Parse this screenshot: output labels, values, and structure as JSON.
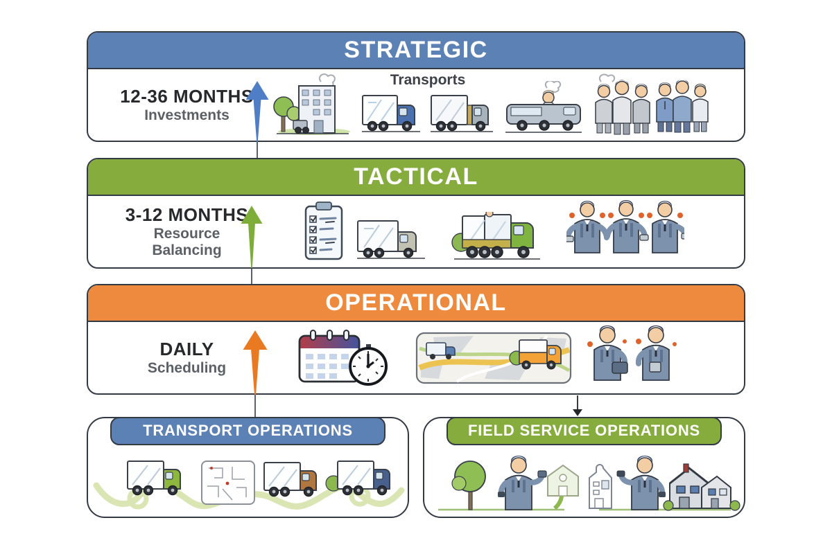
{
  "page": {
    "background": "#ffffff"
  },
  "colors": {
    "blue": "#5c81b5",
    "green": "#85ac3d",
    "orange": "#ee8a3e",
    "border": "#333a44",
    "arrow-blue": "#4f7ec6",
    "arrow-green": "#7ead3a",
    "arrow-orange": "#e97a22",
    "label-dark": "#26282b",
    "label-gray": "#5b6066"
  },
  "bands": [
    {
      "id": "strategic",
      "title": "STRATEGIC",
      "timeframe": "12-36 MONTHS",
      "focus_lines": [
        "Investments"
      ],
      "caption": "Transports",
      "icons": [
        "depot-building-icon",
        "blue-box-truck-icon",
        "two-tone-box-truck-icon",
        "driver-van-icon",
        "staff-group-gray-icon",
        "staff-group-blue-icon"
      ]
    },
    {
      "id": "tactical",
      "title": "TACTICAL",
      "timeframe": "3-12 MONTHS",
      "focus_lines": [
        "Resource",
        "Balancing"
      ],
      "caption": "",
      "icons": [
        "checklist-clipboard-icon",
        "gray-box-truck-icon",
        "green-truck-icon",
        "technician-trio-icon"
      ]
    },
    {
      "id": "operational",
      "title": "OPERATIONAL",
      "timeframe": "DAILY",
      "focus_lines": [
        "Scheduling"
      ],
      "caption": "",
      "icons": [
        "calendar-clock-icon",
        "route-map-icon",
        "dispatcher-duo-icon"
      ]
    }
  ],
  "bottom_boxes": [
    {
      "id": "transport-operations",
      "title": "TRANSPORT OPERATIONS",
      "accent": "blue",
      "icons": [
        "green-cab-truck-icon",
        "route-sketch-map-icon",
        "brown-cab-truck-icon",
        "blue-cab-truck-icon",
        "winding-route-icon"
      ]
    },
    {
      "id": "field-service-operations",
      "title": "FIELD SERVICE OPERATIONS",
      "accent": "green",
      "icons": [
        "tree-icon",
        "field-technician-icon",
        "sketched-house-icon",
        "outlined-house-icon",
        "field-technician-icon",
        "gray-house-icon"
      ]
    }
  ],
  "connectors": [
    "strategic-up-arrow",
    "tactical-up-arrow",
    "operational-up-arrow",
    "field-service-down-arrow"
  ]
}
